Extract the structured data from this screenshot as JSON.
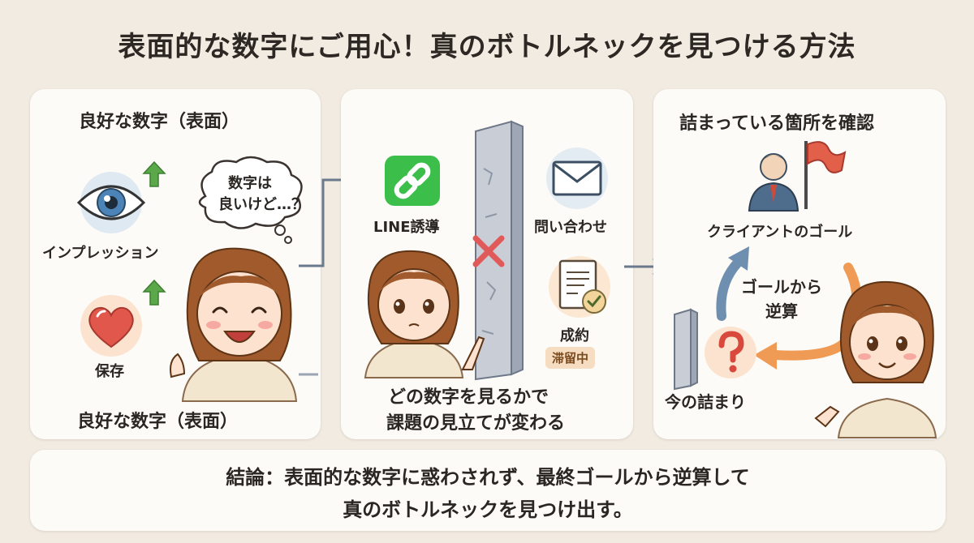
{
  "title": "表面的な数字にご用心！真のボトルネックを見つける方法",
  "left_panel": {
    "heading_top": "良好な数字（表面）",
    "heading_bottom": "良好な数字（表面）",
    "metric_impressions": "インプレッション",
    "metric_saves": "保存",
    "thought_bubble_line1": "数字は",
    "thought_bubble_line2": "良いけど…？"
  },
  "middle_panel": {
    "line_label": "LINE誘導",
    "inquiry_label": "問い合わせ",
    "conversion_label": "成約",
    "stalled_badge": "滞留中",
    "caption_line1": "どの数字を見るかで",
    "caption_line2": "課題の見立てが変わる"
  },
  "right_panel": {
    "heading": "詰まっている箇所を確認",
    "client_goal_label": "クライアントのゴール",
    "reverse_line1": "ゴールから",
    "reverse_line2": "逆算",
    "current_block_label": "今の詰まり"
  },
  "conclusion": {
    "line1": "結論：表面的な数字に惑わされず、最終ゴールから逆算して",
    "line2": "真のボトルネックを見つけ出す。"
  },
  "colors": {
    "background": "#f1ebe1",
    "panel": "#fdfbf7",
    "line_green": "#3bbf4a",
    "arrow_up_green": "#5aa84a",
    "heart_red": "#e2574c",
    "flag_red": "#e2604a",
    "arrow_blue": "#6f8fb0",
    "arrow_orange": "#ef9a55",
    "cross_red": "#e05a5a"
  }
}
